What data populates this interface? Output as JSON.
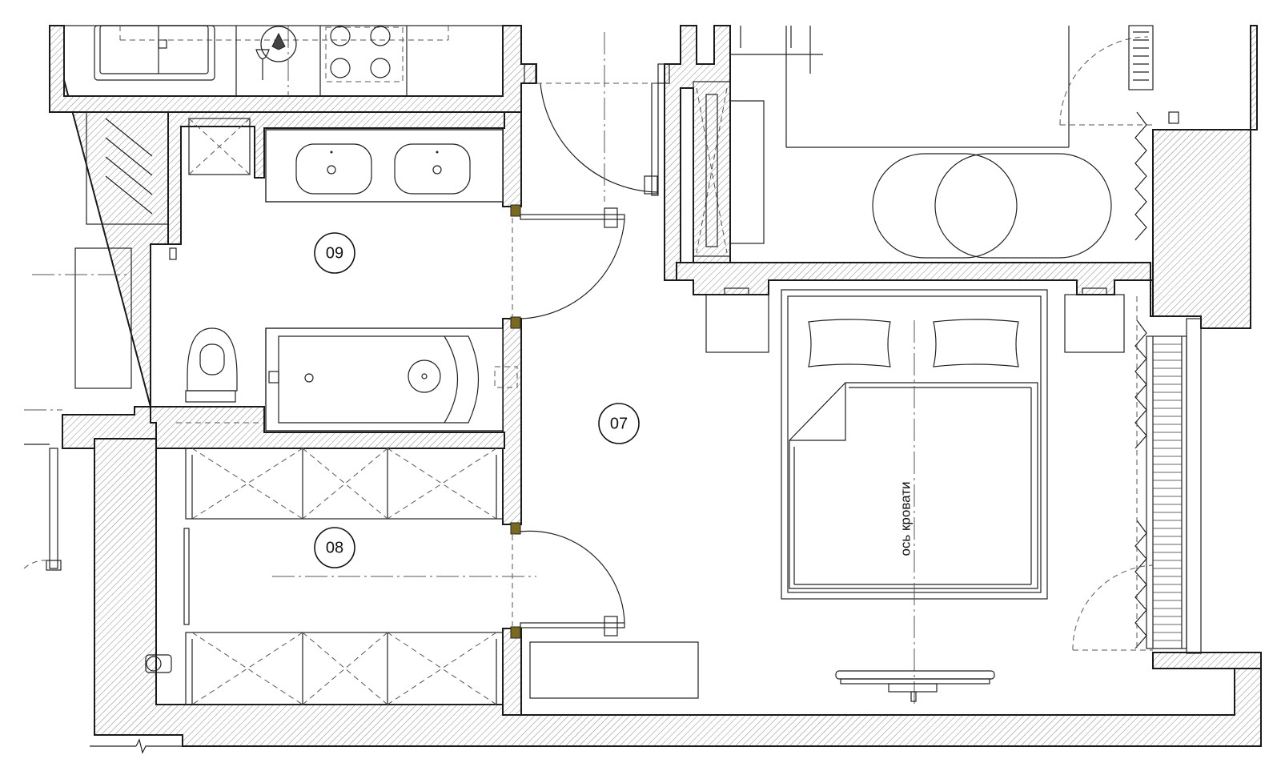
{
  "plan": {
    "rooms": [
      {
        "id": "room-09",
        "label": "09"
      },
      {
        "id": "room-07",
        "label": "07"
      },
      {
        "id": "room-08",
        "label": "08"
      }
    ],
    "bed_axis_label": "ось кровати"
  },
  "colors": {
    "line": "#222222",
    "door_frame": "#7b6a1e",
    "hatch": "#888888",
    "background": "#ffffff"
  }
}
